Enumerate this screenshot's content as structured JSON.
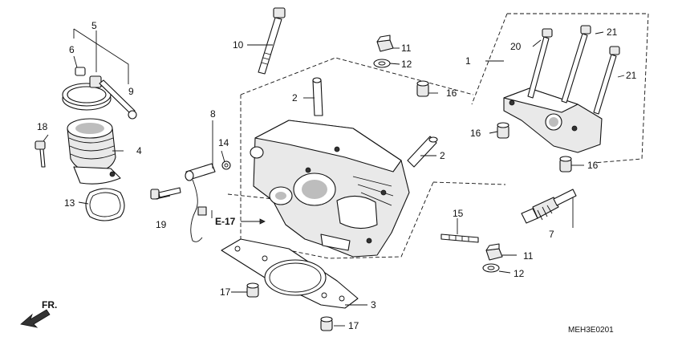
{
  "diagram": {
    "drawing_code": "MEH3E0201",
    "direction_label": "FR.",
    "reference_label": "E-17",
    "callouts": [
      "1",
      "2",
      "2",
      "3",
      "4",
      "5",
      "6",
      "7",
      "8",
      "9",
      "10",
      "11",
      "11",
      "12",
      "12",
      "13",
      "14",
      "15",
      "16",
      "16",
      "16",
      "17",
      "17",
      "18",
      "19",
      "20",
      "21",
      "21"
    ]
  }
}
